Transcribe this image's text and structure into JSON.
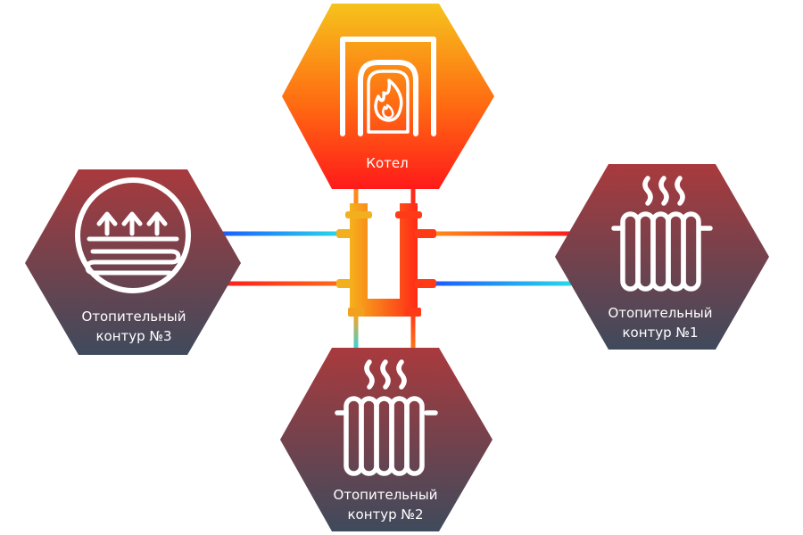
{
  "boiler": {
    "label": "Котел",
    "icon": "boiler-flame-icon"
  },
  "circuit_1": {
    "line1": "Отопительный",
    "line2": "контур  №1",
    "icon": "radiator-icon"
  },
  "circuit_2": {
    "line1": "Отопительный",
    "line2": "контур  №2",
    "icon": "radiator-icon"
  },
  "circuit_3": {
    "line1": "Отопительный",
    "line2": "контур  №3",
    "icon": "underfloor-heating-icon"
  },
  "colors": {
    "hot": "#ff1e1e",
    "cold": "#1e5bff",
    "boiler_top": "#f6c31c",
    "boiler_bottom": "#ff1a1a",
    "circuit_top": "#a93a3d",
    "circuit_bottom": "#3f4a5c"
  }
}
